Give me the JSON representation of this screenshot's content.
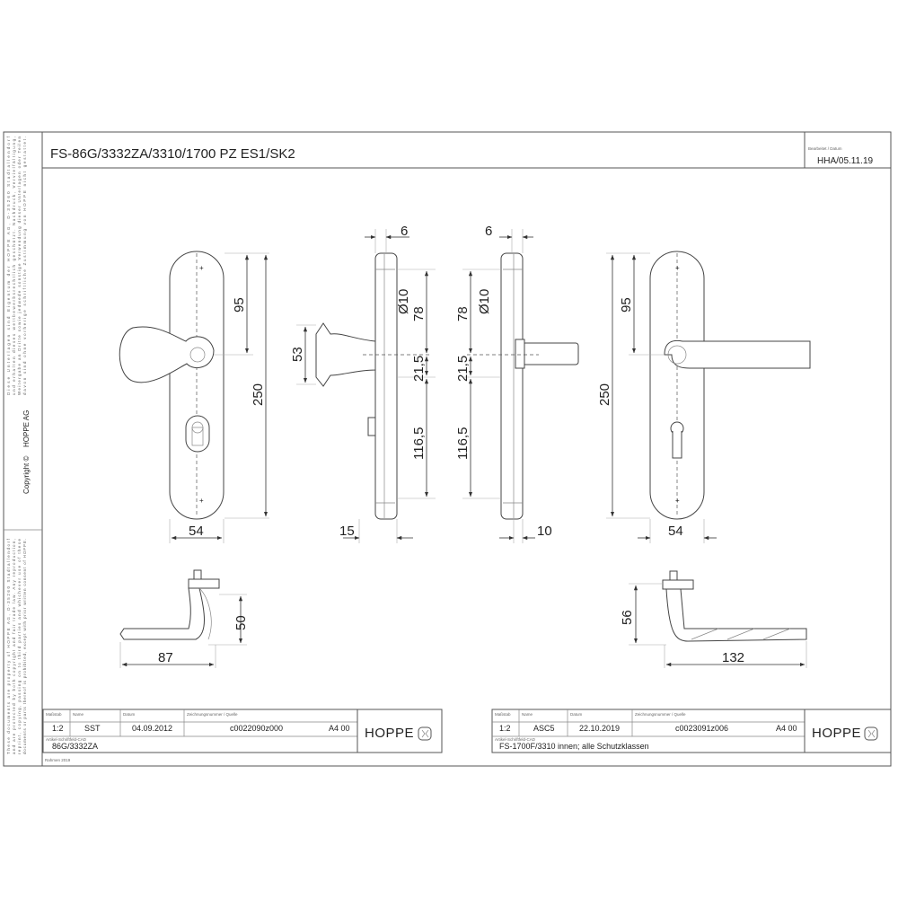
{
  "title": "FS-86G/3332ZA/3310/1700 PZ ES1/SK2",
  "header_right": {
    "label": "Bearbeitet / Datum",
    "value": "HHA/05.11.19"
  },
  "side_text": {
    "copyright": "Copyright ©",
    "company": "HOPPE AG",
    "german_notice": "Diese Unterlagen sind Eigentum der HOPPE AG, D-35260 Stadtallendorf und erhalten dieses wettbewerbsrechtlich geschützt. Nachdruck, Vervielfältigung, Weitergabe an Dritte sowie jedwede sonstige Verwendung dieser Unterlagen oder Teilen davon sind ohne vorherige schriftliche Zustimmung von HOPPE nicht gestattet.",
    "english_notice": "These documents are property of HOPPE AG, D-35260 Stadtallendorf and are protected by both copyright and fair trade law. Any reproduction, reprint, copying, passing on to third parties and whichever use of these documents or parts thereof is prohibited, except with prior written consent of HOPPE.",
    "frame": "Rahmen 2019"
  },
  "dimensions": {
    "left_front": {
      "height_95": "95",
      "height_250": "250",
      "width_54": "54"
    },
    "left_side": {
      "top_6": "6",
      "dia_10": "Ø10",
      "d78": "78",
      "d53": "53",
      "d21_5": "21,5",
      "d116_5": "116,5",
      "d15": "15"
    },
    "right_side": {
      "top_6": "6",
      "dia_10": "Ø10",
      "d78": "78",
      "d21_5": "21,5",
      "d116_5": "116,5",
      "d10": "10"
    },
    "right_front": {
      "height_95": "95",
      "height_250": "250",
      "width_54": "54"
    },
    "left_handle": {
      "h50": "50",
      "w87": "87"
    },
    "right_handle": {
      "h56": "56",
      "w132": "132"
    }
  },
  "title_blocks": [
    {
      "labels": {
        "scale": "Maßstab",
        "name": "Name",
        "date": "Datum",
        "drawing_no": "Zeichnungsnummer / Quelle",
        "article": "Artikel-Schriftfeld-CAD"
      },
      "scale": "1:2",
      "name": "SST",
      "date": "04.09.2012",
      "drawing_no": "c0022090z000",
      "format": "A4 00",
      "article": "86G/3332ZA",
      "logo": "HOPPE"
    },
    {
      "labels": {
        "scale": "Maßstab",
        "name": "Name",
        "date": "Datum",
        "drawing_no": "Zeichnungsnummer / Quelle",
        "article": "Artikel-Schriftfeld-CAD"
      },
      "scale": "1:2",
      "name": "ASC5",
      "date": "22.10.2019",
      "drawing_no": "c0023091z006",
      "format": "A4 00",
      "article": "FS-1700F/3310 innen; alle Schutzklassen",
      "logo": "HOPPE"
    }
  ]
}
